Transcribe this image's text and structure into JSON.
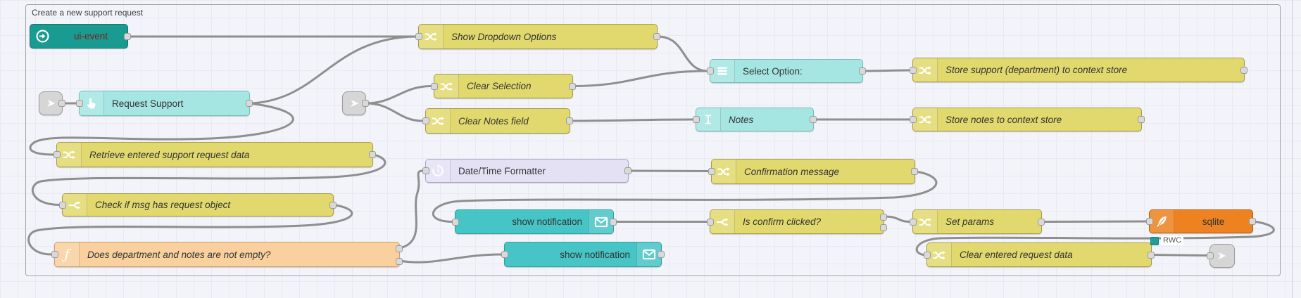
{
  "canvas": {
    "group_label": "Create a new support request"
  },
  "palette": {
    "change_switch_fill": "#e2d96e",
    "function_fill": "#f9d09e",
    "ui_widget_fill": "#a5e6e2",
    "ui_event_fill": "#1a9b91",
    "ui_event_text": "#7b1d1d",
    "notification_fill": "#46c4c6",
    "moment_fill": "#e4e1f5",
    "sqlite_fill": "#ee8220",
    "link_fill": "#d6d6d6",
    "wire": "#8f8f8f"
  },
  "nodes": [
    {
      "id": "link-in-1",
      "kind": "link-in",
      "label": ""
    },
    {
      "id": "ui-event",
      "kind": "ui-event",
      "label": "ui-event"
    },
    {
      "id": "request-support",
      "kind": "ui-button",
      "label": "Request Support"
    },
    {
      "id": "show-dropdown",
      "kind": "change",
      "label": "Show Dropdown Options"
    },
    {
      "id": "link-in-2",
      "kind": "link-in",
      "label": ""
    },
    {
      "id": "clear-selection",
      "kind": "change",
      "label": "Clear Selection"
    },
    {
      "id": "clear-notes",
      "kind": "change",
      "label": "Clear Notes field"
    },
    {
      "id": "select-option",
      "kind": "ui-dropdown",
      "label": "Select Option:"
    },
    {
      "id": "notes",
      "kind": "ui-text",
      "label": "Notes"
    },
    {
      "id": "store-support",
      "kind": "change",
      "label": "Store support (department) to context store"
    },
    {
      "id": "store-notes",
      "kind": "change",
      "label": "Store notes to context store"
    },
    {
      "id": "retrieve",
      "kind": "change",
      "label": "Retrieve entered support request data"
    },
    {
      "id": "dtf",
      "kind": "moment",
      "label": "Date/Time Formatter"
    },
    {
      "id": "confirm-msg",
      "kind": "change",
      "label": "Confirmation message"
    },
    {
      "id": "check-if",
      "kind": "switch1",
      "label": "Check if msg has request object"
    },
    {
      "id": "does-dept",
      "kind": "function2",
      "label": "Does department and notes are not empty?"
    },
    {
      "id": "notif-1",
      "kind": "notification",
      "label": "show notification"
    },
    {
      "id": "is-confirm",
      "kind": "switch2",
      "label": "Is confirm clicked?"
    },
    {
      "id": "set-params",
      "kind": "change",
      "label": "Set params"
    },
    {
      "id": "sqlite",
      "kind": "sqlite",
      "label": "sqlite"
    },
    {
      "id": "notif-2",
      "kind": "notification",
      "label": "show notification"
    },
    {
      "id": "clear-entered",
      "kind": "change",
      "label": "Clear entered request data"
    },
    {
      "id": "link-out-1",
      "kind": "link-out",
      "label": ""
    }
  ],
  "status": {
    "sqlite_state": "RWC"
  }
}
